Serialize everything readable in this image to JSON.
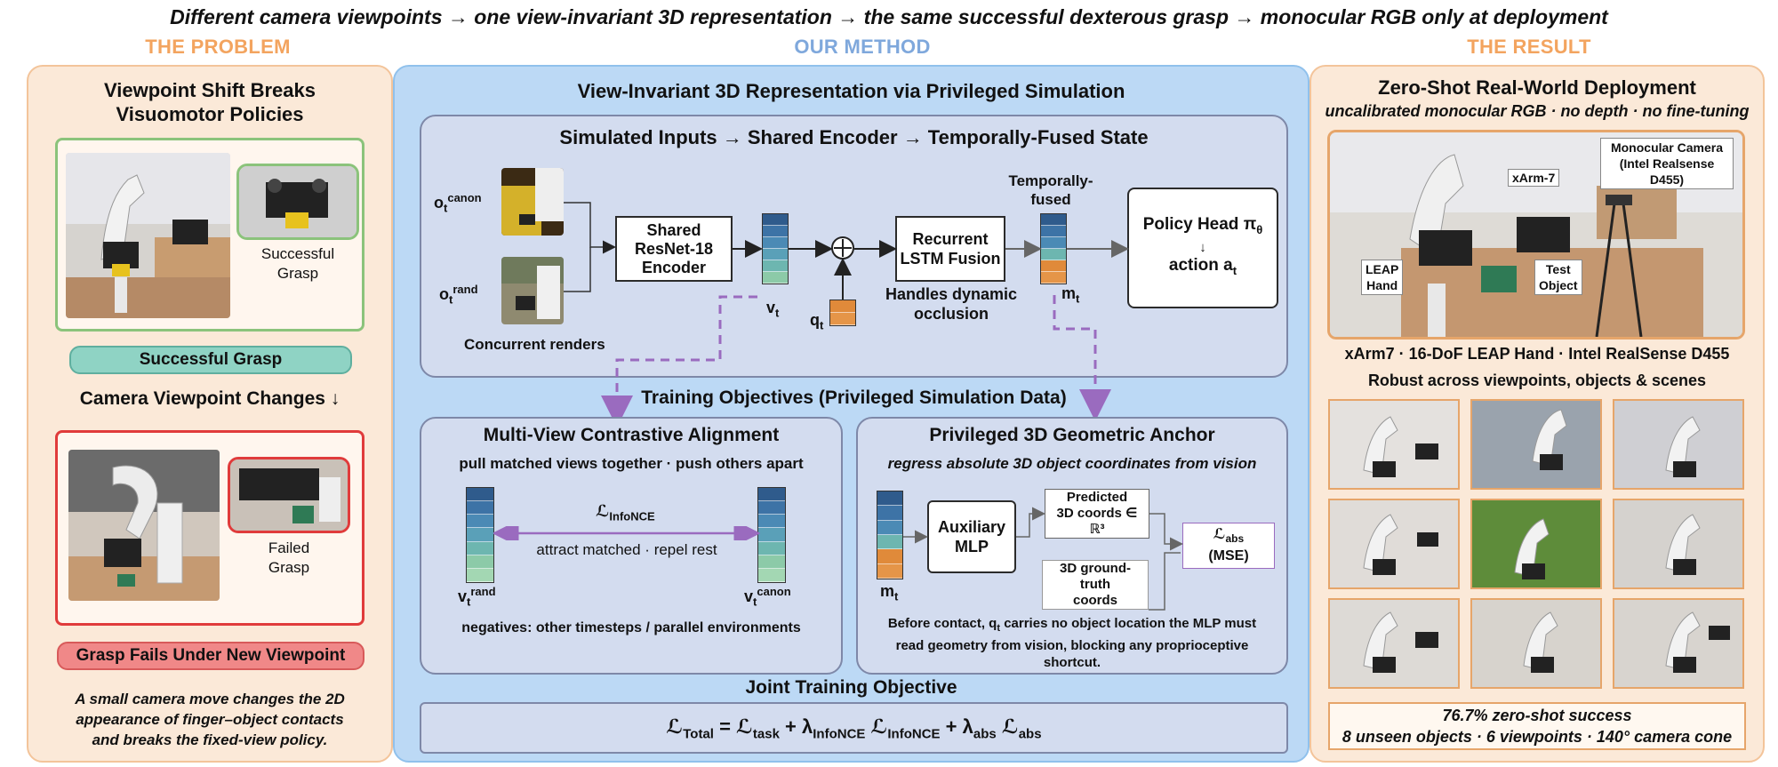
{
  "banner": "Different camera viewpoints → one view-invariant 3D representation → the same successful dexterous grasp → monocular RGB only at deployment",
  "columns": {
    "problem": "THE PROBLEM",
    "method": "OUR METHOD",
    "result": "THE RESULT"
  },
  "colors": {
    "accent_orange": "#f3a45f",
    "accent_blue": "#7fa8dc",
    "success_green": "#8fd3c4",
    "fail_red": "#f08888",
    "dash_purple": "#9a6bbf"
  },
  "problem": {
    "title_line1": "Viewpoint Shift Breaks",
    "title_line2": "Visuomotor Policies",
    "success_caption_1": "Successful",
    "success_caption_2": "Grasp",
    "success_pill": "Successful Grasp",
    "viewpoint_change": "Camera Viewpoint Changes ↓",
    "fail_caption_1": "Failed",
    "fail_caption_2": "Grasp",
    "fail_pill": "Grasp Fails Under New Viewpoint",
    "summary_1": "A small camera move changes the 2D",
    "summary_2": "appearance of finger–object contacts",
    "summary_3": "and breaks the fixed-view policy."
  },
  "method": {
    "title": "View-Invariant 3D Representation via Privileged Simulation",
    "pipeline_title": "Simulated Inputs → Shared Encoder → Temporally-Fused State",
    "o_canon": "o",
    "o_canon_sub": "t",
    "o_canon_sup": "canon",
    "o_rand": "o",
    "o_rand_sub": "t",
    "o_rand_sup": "rand",
    "concurrent": "Concurrent renders",
    "encoder_1": "Shared",
    "encoder_2": "ResNet-18",
    "encoder_3": "Encoder",
    "v_t": "v",
    "v_t_sub": "t",
    "q_t": "q",
    "q_t_sub": "t",
    "lstm_1": "Recurrent",
    "lstm_2": "LSTM Fusion",
    "occlusion_1": "Handles dynamic",
    "occlusion_2": "occlusion",
    "fused_1": "Temporally-",
    "fused_2": "fused",
    "m_t": "m",
    "m_t_sub": "t",
    "policy_1": "Policy Head π",
    "policy_1_sub": "θ",
    "policy_arrow": "↓",
    "policy_2": "action a",
    "policy_2_sub": "t",
    "training_title": "Training Objectives (Privileged Simulation Data)",
    "contrastive": {
      "title": "Multi-View Contrastive Alignment",
      "subtitle": "pull matched views together · push others apart",
      "loss": "ℒ",
      "loss_sub": "InfoNCE",
      "attract": "attract matched · repel rest",
      "left_label": "v",
      "left_sub": "t",
      "left_sup": "rand",
      "right_label": "v",
      "right_sub": "t",
      "right_sup": "canon",
      "negatives": "negatives: other timesteps / parallel environments"
    },
    "anchor": {
      "title": "Privileged 3D Geometric Anchor",
      "subtitle": "regress absolute 3D object coordinates from vision",
      "m_label": "m",
      "m_sub": "t",
      "mlp_1": "Auxiliary",
      "mlp_2": "MLP",
      "pred_1": "Predicted",
      "pred_2": "3D coords ∈",
      "pred_3": "ℝ³",
      "gt_1": "3D ground-",
      "gt_2": "truth",
      "gt_3": "coords",
      "loss": "ℒ",
      "loss_sub": "abs",
      "loss_2": "(MSE)",
      "note_1": "Before contact, q",
      "note_1_sub": "t",
      "note_1b": " carries no object location the MLP must",
      "note_2": "read geometry from vision, blocking any proprioceptive",
      "note_3": "shortcut."
    },
    "joint_title": "Joint Training Objective",
    "eq": {
      "l": "ℒ",
      "total": "Total",
      "eq": " = ",
      "task": "task",
      "plus": " + ",
      "lambda": "λ",
      "infonce": "InfoNCE",
      "abs": "abs"
    }
  },
  "result": {
    "title": "Zero-Shot Real-World Deployment",
    "subtitle": "uncalibrated monocular RGB · no depth · no fine-tuning",
    "callout_xarm": "xArm-7",
    "callout_camera_1": "Monocular Camera",
    "callout_camera_2": "(Intel Realsense",
    "callout_camera_3": "D455)",
    "callout_leap_1": "LEAP",
    "callout_leap_2": "Hand",
    "callout_object_1": "Test",
    "callout_object_2": "Object",
    "hardware": "xArm7 · 16-DoF LEAP Hand · Intel RealSense D455",
    "robust": "Robust across viewpoints, objects & scenes",
    "stat_1": "76.7% zero-shot success",
    "stat_2": "8 unseen objects · 6 viewpoints · 140° camera cone"
  }
}
